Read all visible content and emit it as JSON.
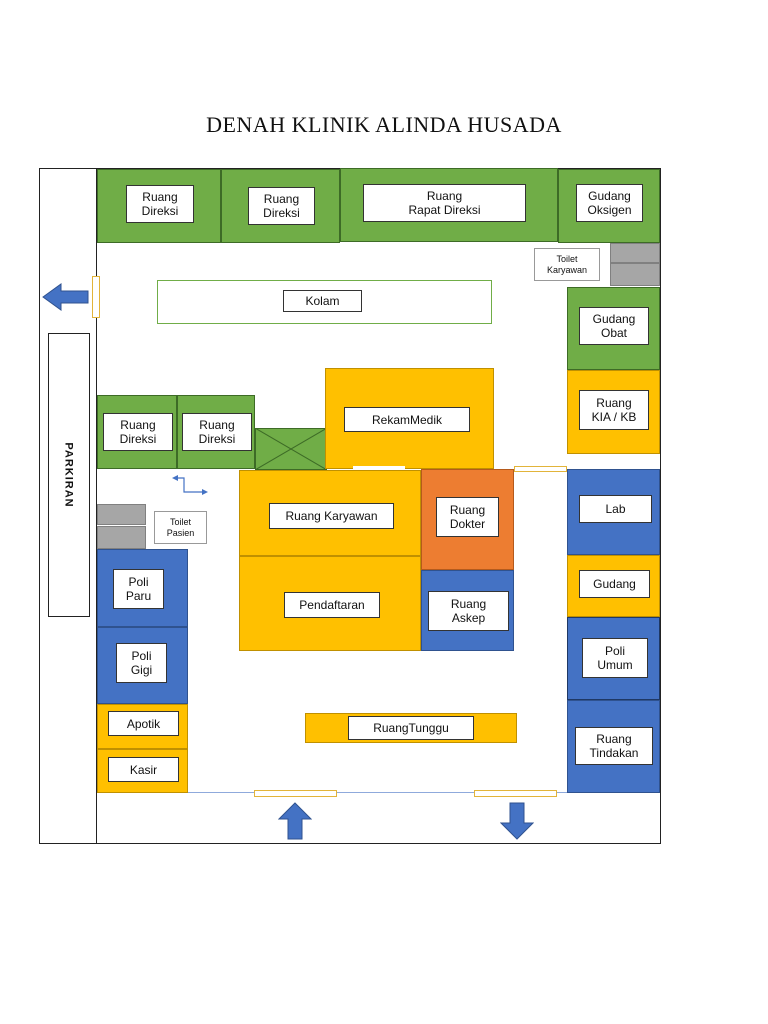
{
  "title": "DENAH KLINIK ALINDA HUSADA",
  "parking": "PARKIRAN",
  "rooms": {
    "direksi1": "Ruang\nDireksi",
    "direksi2": "Ruang\nDireksi",
    "rapat": "Ruang\nRapat Direksi",
    "gudang_oksigen": "Gudang\nOksigen",
    "toilet_karyawan": "Toilet\nKaryawan",
    "kolam": "Kolam",
    "gudang_obat": "Gudang\nObat",
    "kia_kb": "Ruang\nKIA / KB",
    "direksi3": "Ruang\nDireksi",
    "direksi4": "Ruang\nDireksi",
    "rekam_medik": "RekamMedik",
    "ruang_karyawan": "Ruang Karyawan",
    "ruang_dokter": "Ruang\nDokter",
    "lab": "Lab",
    "toilet_pasien": "Toilet\nPasien",
    "pendaftaran": "Pendaftaran",
    "askep": "Ruang\nAskep",
    "gudang": "Gudang",
    "poli_paru": "Poli\nParu",
    "poli_gigi": "Poli\nGigi",
    "poli_umum": "Poli\nUmum",
    "apotik": "Apotik",
    "kasir": "Kasir",
    "ruang_tunggu": "RuangTunggu",
    "tindakan": "Ruang\nTindakan"
  },
  "colors": {
    "office": "#70ad47",
    "service": "#ffc000",
    "clinic": "#4472c4",
    "doctor": "#ed7d31",
    "toilet": "#a6a6a6",
    "arrow": "#4472c4"
  }
}
